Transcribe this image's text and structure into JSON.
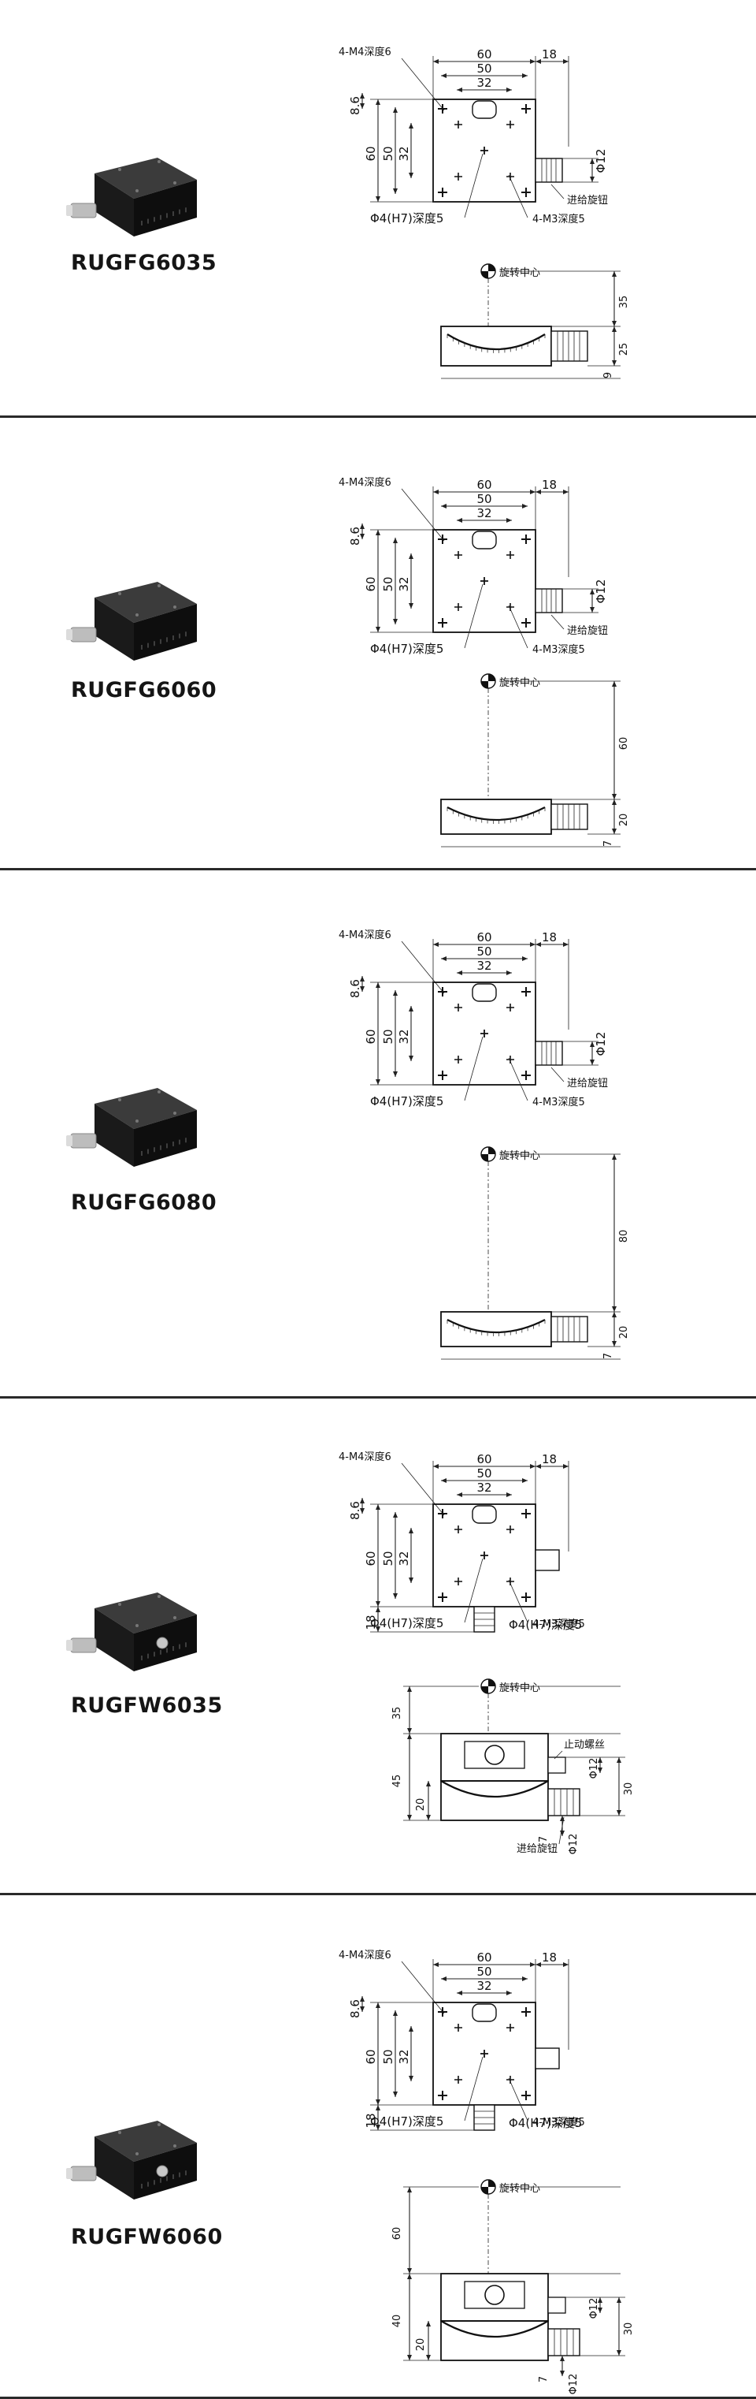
{
  "products": [
    {
      "model": "RUGFG6035",
      "variant": "goniometer",
      "top_view": {
        "labels": {
          "tap_top": "4-M4深度6",
          "width": "60",
          "knob_ext": "18",
          "inner_50": "50",
          "inner_32": "32",
          "margin": "8.6",
          "height": "60",
          "v50": "50",
          "v32": "32",
          "knob_dia": "Φ12",
          "knob_name": "进给旋钮",
          "pin_hole": "Φ4(H7)深度5",
          "tap_bottom": "4-M3深度5"
        }
      },
      "side_view": {
        "labels": {
          "center": "旋转中心",
          "dim_a": "35",
          "dim_b": "25",
          "dim_c": "9"
        }
      }
    },
    {
      "model": "RUGFG6060",
      "variant": "goniometer",
      "top_view": {
        "labels": {
          "tap_top": "4-M4深度6",
          "width": "60",
          "knob_ext": "18",
          "inner_50": "50",
          "inner_32": "32",
          "margin": "8.6",
          "height": "60",
          "v50": "50",
          "v32": "32",
          "knob_dia": "Φ12",
          "knob_name": "进给旋钮",
          "pin_hole": "Φ4(H7)深度5",
          "tap_bottom": "4-M3深度5"
        }
      },
      "side_view": {
        "labels": {
          "center": "旋转中心",
          "dim_a": "60",
          "dim_b": "20",
          "dim_c": "7"
        }
      }
    },
    {
      "model": "RUGFG6080",
      "variant": "goniometer",
      "top_view": {
        "labels": {
          "tap_top": "4-M4深度6",
          "width": "60",
          "knob_ext": "18",
          "inner_50": "50",
          "inner_32": "32",
          "margin": "8.6",
          "height": "60",
          "v50": "50",
          "v32": "32",
          "knob_dia": "Φ12",
          "knob_name": "进给旋钮",
          "pin_hole": "Φ4(H7)深度5",
          "tap_bottom": "4-M3深度5"
        }
      },
      "side_view": {
        "labels": {
          "center": "旋转中心",
          "dim_a": "80",
          "dim_b": "20",
          "dim_c": "7"
        }
      }
    },
    {
      "model": "RUGFW6035",
      "variant": "worm",
      "top_view": {
        "labels": {
          "tap_top": "4-M4深度6",
          "width": "60",
          "knob_ext": "18",
          "inner_50": "50",
          "inner_32": "32",
          "margin": "8.6",
          "height": "60",
          "v50": "50",
          "v32": "32",
          "bottom_ext": "18",
          "pin_hole": "Φ4(H7)深度5",
          "tap_bottom": "4-M3深度5"
        }
      },
      "side_view": {
        "labels": {
          "center": "旋转中心",
          "lock": "止动螺丝",
          "dim_a": "35",
          "dim_total": "45",
          "dim_b": "20",
          "dim_c": "7",
          "knob_dia": "Φ12",
          "knob_dia2": "Φ12",
          "dim_right": "30",
          "knob_name": "进给旋钮"
        }
      }
    },
    {
      "model": "RUGFW6060",
      "variant": "worm",
      "top_view": {
        "labels": {
          "tap_top": "4-M4深度6",
          "width": "60",
          "knob_ext": "18",
          "inner_50": "50",
          "inner_32": "32",
          "margin": "8.6",
          "height": "60",
          "v50": "50",
          "v32": "32",
          "bottom_ext": "18",
          "pin_hole": "Φ4(H7)深度5",
          "tap_bottom": "4-M3深度5"
        }
      },
      "side_view": {
        "labels": {
          "center": "旋转中心",
          "dim_a": "60",
          "dim_total": "40",
          "dim_b": "20",
          "dim_c": "7",
          "knob_dia": "Φ12",
          "knob_dia2": "Φ12",
          "dim_right": "30"
        }
      }
    }
  ]
}
